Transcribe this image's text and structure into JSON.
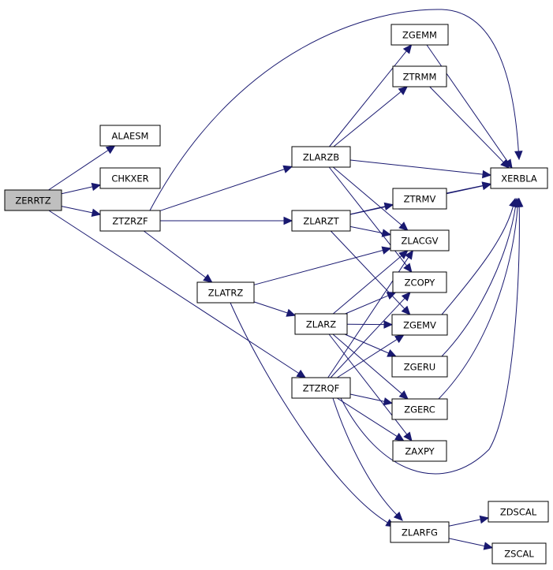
{
  "colors": {
    "edge": "#191970",
    "node_fill": "#ffffff",
    "root_fill": "#bfbfbf",
    "node_border": "#000000"
  },
  "nodes": [
    {
      "id": "ZERRTZ",
      "label": "ZERRTZ",
      "root": true
    },
    {
      "id": "ALAESM",
      "label": "ALAESM"
    },
    {
      "id": "CHKXER",
      "label": "CHKXER"
    },
    {
      "id": "ZTZRZF",
      "label": "ZTZRZF"
    },
    {
      "id": "ZTZRQF",
      "label": "ZTZRQF"
    },
    {
      "id": "ZLARZB",
      "label": "ZLARZB"
    },
    {
      "id": "ZLARZT",
      "label": "ZLARZT"
    },
    {
      "id": "ZLATRZ",
      "label": "ZLATRZ"
    },
    {
      "id": "ZLARZ",
      "label": "ZLARZ"
    },
    {
      "id": "ZGEMM",
      "label": "ZGEMM"
    },
    {
      "id": "ZTRMM",
      "label": "ZTRMM"
    },
    {
      "id": "ZTRMV",
      "label": "ZTRMV"
    },
    {
      "id": "ZLACGV",
      "label": "ZLACGV"
    },
    {
      "id": "ZCOPY",
      "label": "ZCOPY"
    },
    {
      "id": "ZGEMV",
      "label": "ZGEMV"
    },
    {
      "id": "ZGERU",
      "label": "ZGERU"
    },
    {
      "id": "ZGERC",
      "label": "ZGERC"
    },
    {
      "id": "ZAXPY",
      "label": "ZAXPY"
    },
    {
      "id": "ZLARFG",
      "label": "ZLARFG"
    },
    {
      "id": "XERBLA",
      "label": "XERBLA"
    },
    {
      "id": "ZDSCAL",
      "label": "ZDSCAL"
    },
    {
      "id": "ZSCAL",
      "label": "ZSCAL"
    }
  ],
  "edges": [
    {
      "from": "ZERRTZ",
      "to": "ALAESM"
    },
    {
      "from": "ZERRTZ",
      "to": "CHKXER"
    },
    {
      "from": "ZERRTZ",
      "to": "ZTZRZF"
    },
    {
      "from": "ZERRTZ",
      "to": "ZTZRQF"
    },
    {
      "from": "ZTZRZF",
      "to": "XERBLA"
    },
    {
      "from": "ZTZRZF",
      "to": "ZLARZB"
    },
    {
      "from": "ZTZRZF",
      "to": "ZLARZT"
    },
    {
      "from": "ZTZRZF",
      "to": "ZLATRZ"
    },
    {
      "from": "ZLARZB",
      "to": "ZGEMM"
    },
    {
      "from": "ZLARZB",
      "to": "ZTRMM"
    },
    {
      "from": "ZLARZB",
      "to": "XERBLA"
    },
    {
      "from": "ZLARZB",
      "to": "ZLACGV"
    },
    {
      "from": "ZLARZB",
      "to": "ZCOPY"
    },
    {
      "from": "ZGEMM",
      "to": "XERBLA"
    },
    {
      "from": "ZTRMM",
      "to": "XERBLA"
    },
    {
      "from": "ZLARZT",
      "to": "XERBLA"
    },
    {
      "from": "ZLARZT",
      "to": "ZTRMV"
    },
    {
      "from": "ZLARZT",
      "to": "ZLACGV"
    },
    {
      "from": "ZLARZT",
      "to": "ZGEMV"
    },
    {
      "from": "ZTRMV",
      "to": "XERBLA"
    },
    {
      "from": "ZLATRZ",
      "to": "ZLACGV"
    },
    {
      "from": "ZLATRZ",
      "to": "ZLARZ"
    },
    {
      "from": "ZLATRZ",
      "to": "ZLARFG"
    },
    {
      "from": "ZLARZ",
      "to": "ZLACGV"
    },
    {
      "from": "ZLARZ",
      "to": "ZCOPY"
    },
    {
      "from": "ZLARZ",
      "to": "ZGEMV"
    },
    {
      "from": "ZLARZ",
      "to": "ZGERU"
    },
    {
      "from": "ZLARZ",
      "to": "ZGERC"
    },
    {
      "from": "ZLARZ",
      "to": "ZAXPY"
    },
    {
      "from": "ZTZRQF",
      "to": "ZLACGV"
    },
    {
      "from": "ZTZRQF",
      "to": "ZCOPY"
    },
    {
      "from": "ZTZRQF",
      "to": "ZGEMV"
    },
    {
      "from": "ZTZRQF",
      "to": "ZGERC"
    },
    {
      "from": "ZTZRQF",
      "to": "ZAXPY"
    },
    {
      "from": "ZTZRQF",
      "to": "XERBLA"
    },
    {
      "from": "ZTZRQF",
      "to": "ZLARFG"
    },
    {
      "from": "ZGEMV",
      "to": "XERBLA"
    },
    {
      "from": "ZGERU",
      "to": "XERBLA"
    },
    {
      "from": "ZGERC",
      "to": "XERBLA"
    },
    {
      "from": "ZLARFG",
      "to": "ZDSCAL"
    },
    {
      "from": "ZLARFG",
      "to": "ZSCAL"
    }
  ]
}
